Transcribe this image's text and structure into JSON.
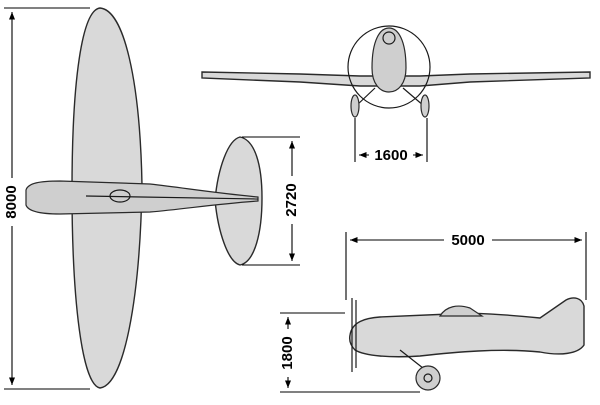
{
  "dimensions": {
    "wingspan": "8000",
    "tailplane_span": "2720",
    "track": "1600",
    "length": "5000",
    "height": "1800"
  }
}
